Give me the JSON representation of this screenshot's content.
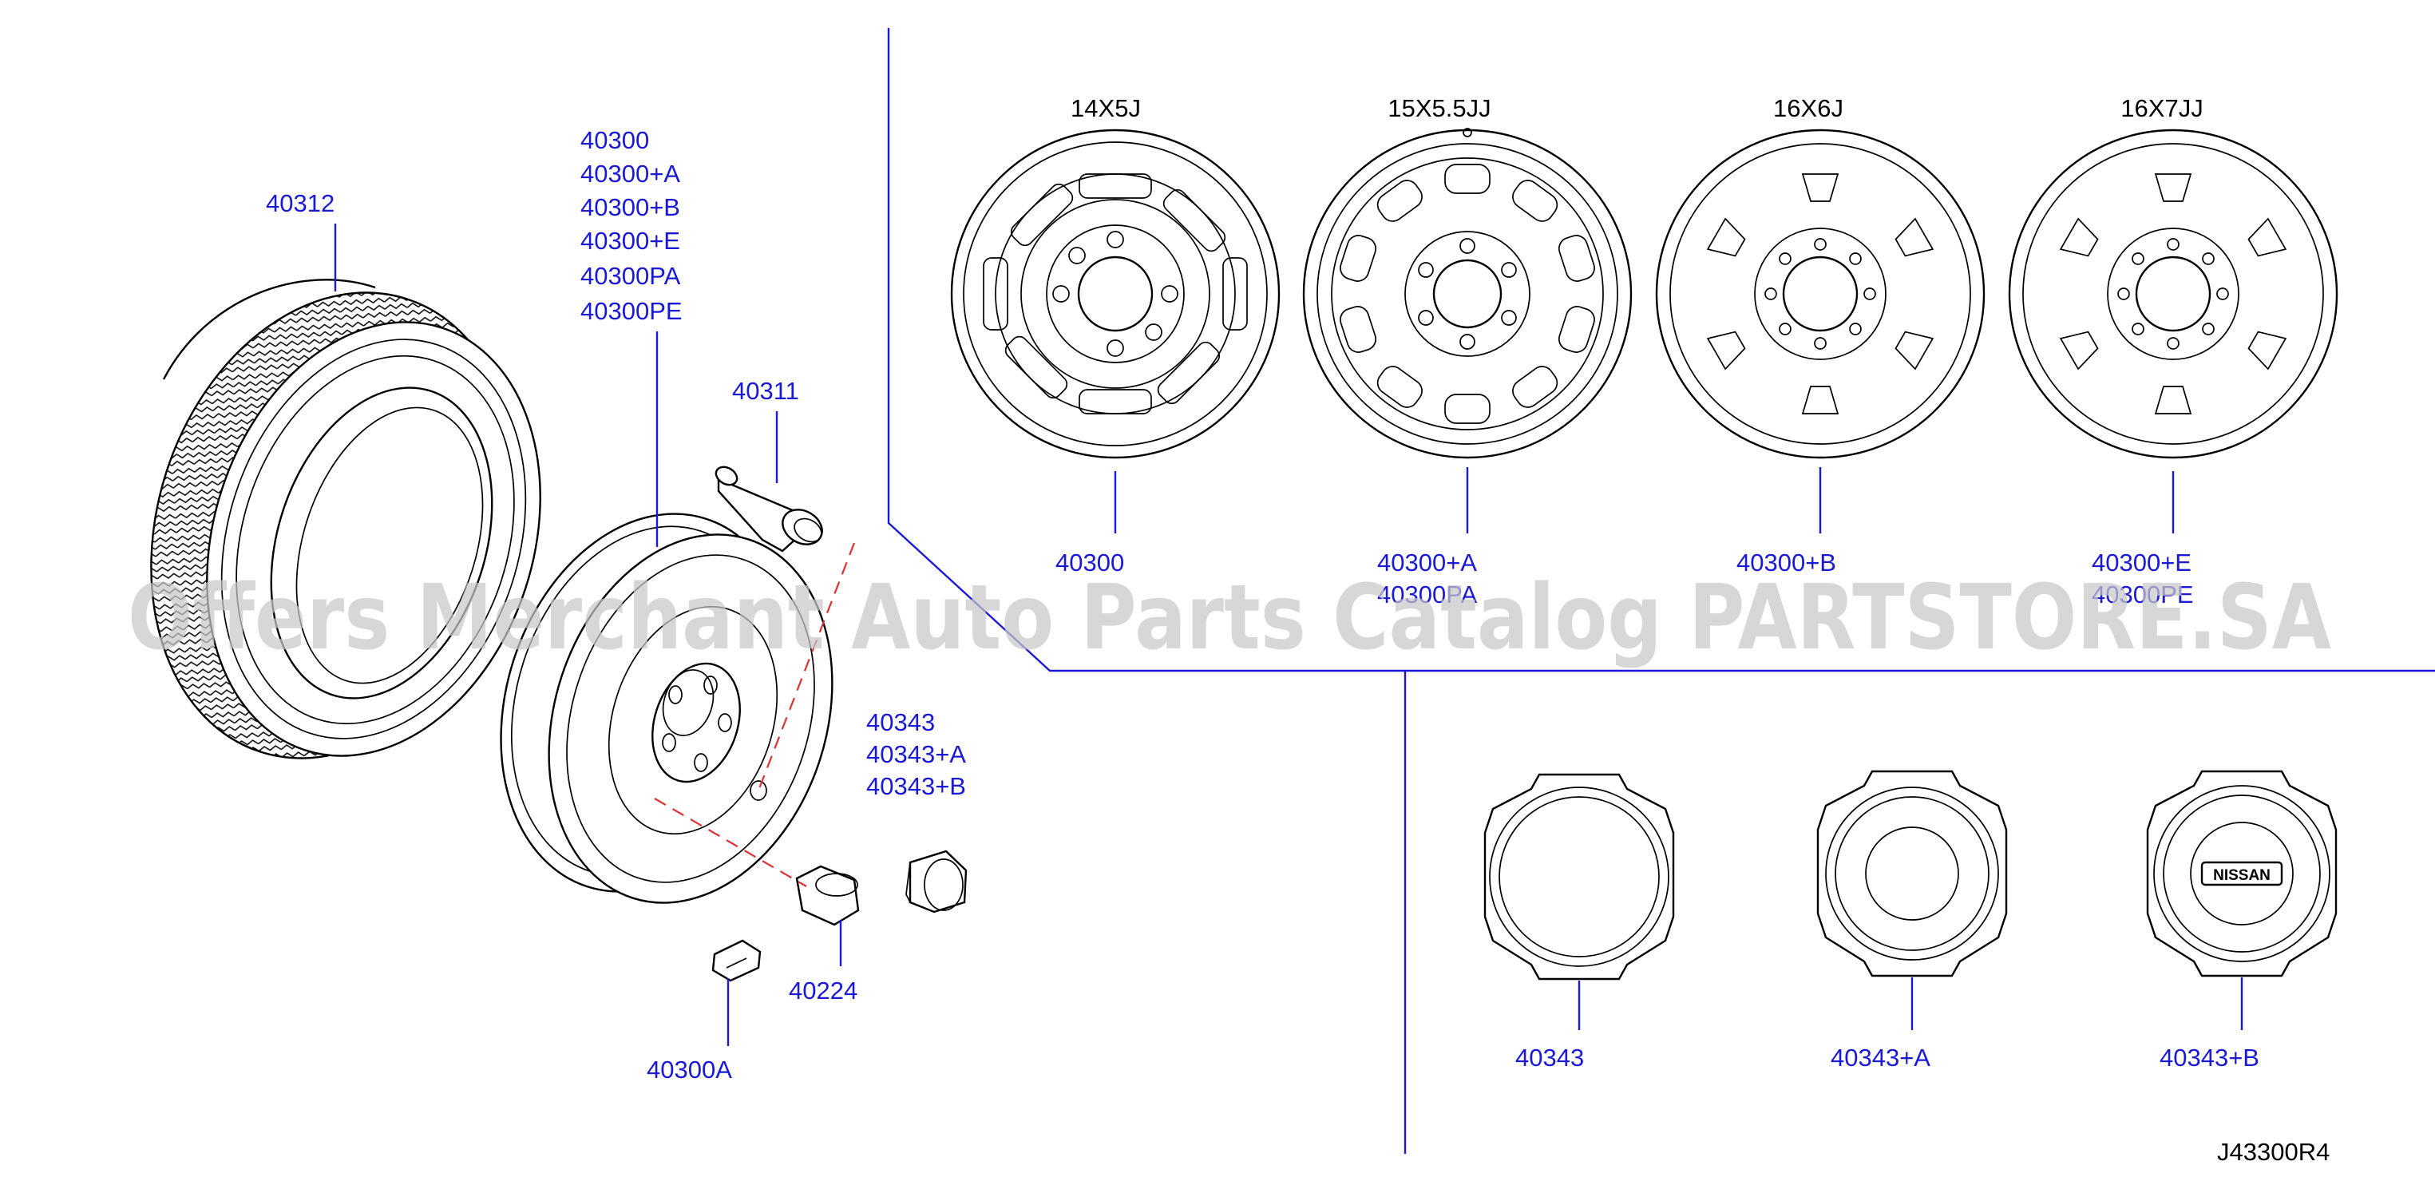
{
  "watermark": "Offers Merchant Auto Parts Catalog PARTSTORE.SA",
  "diagram_code": "J43300R4",
  "assembly": {
    "tire_label": "40312",
    "wheel_labels": [
      "40300",
      "40300+A",
      "40300+B",
      "40300+E",
      "40300PA",
      "40300PE"
    ],
    "valve_label": "40311",
    "cap_labels": [
      "40343",
      "40343+A",
      "40343+B"
    ],
    "nut_label": "40224",
    "weight_label": "40300A"
  },
  "wheel_variants": [
    {
      "size": "14X5J",
      "parts": [
        "40300"
      ]
    },
    {
      "size": "15X5.5JJ",
      "parts": [
        "40300+A",
        "40300PA"
      ]
    },
    {
      "size": "16X6J",
      "parts": [
        "40300+B"
      ]
    },
    {
      "size": "16X7JJ",
      "parts": [
        "40300+E",
        "40300PE"
      ]
    }
  ],
  "cap_variants": [
    {
      "part": "40343"
    },
    {
      "part": "40343+A"
    },
    {
      "part": "40343+B",
      "logo_text": "NISSAN"
    }
  ]
}
